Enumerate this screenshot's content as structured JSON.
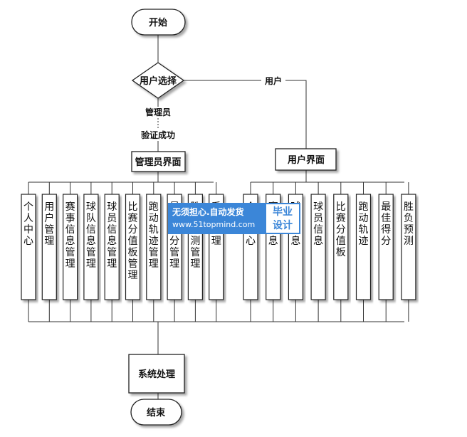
{
  "nodes": {
    "start": "开始",
    "decision": "用户选择",
    "admin_ui": "管理员界面",
    "user_ui": "用户界面",
    "process": "系统处理",
    "end": "结束"
  },
  "edge_labels": {
    "admin": "管理员",
    "verify": "验证成功",
    "user": "用户"
  },
  "admin_modules": [
    "个人中心",
    "用户管理",
    "赛事信息管理",
    "球队信息管理",
    "球员信息管理",
    "比赛分值板管理",
    "跑动轨迹管理",
    "最佳得分管理",
    "胜负预测管理",
    "系统管理"
  ],
  "user_modules": [
    "个人中心",
    "赛事信息",
    "球队信息",
    "球员信息",
    "比赛分值板",
    "跑动轨迹",
    "最佳得分",
    "胜负预测"
  ],
  "watermark": {
    "slogan": "无须担心.自动发货",
    "url": "www.51topmind.com",
    "badge_line1": "毕业",
    "badge_line2": "设计"
  }
}
